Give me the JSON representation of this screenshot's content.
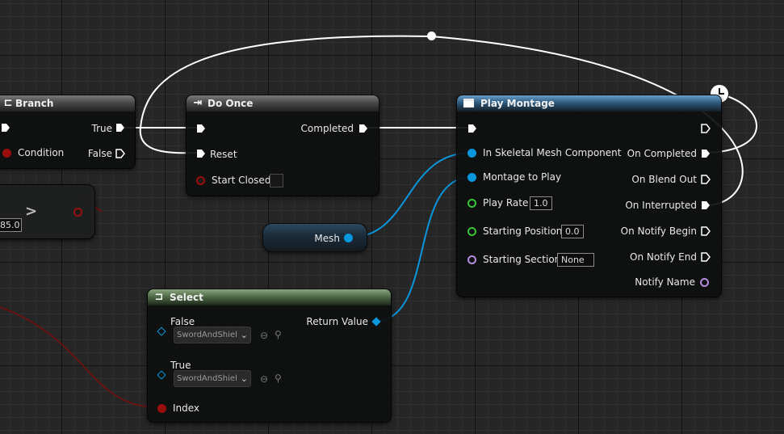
{
  "nodes": {
    "branch": {
      "title": "Branch",
      "icon": "branch-icon",
      "true_label": "True",
      "false_label": "False",
      "condition_label": "Condition"
    },
    "compare": {
      "value": "85.0",
      "operator": ">"
    },
    "do_once": {
      "title": "Do Once",
      "icon": "do-once-icon",
      "completed_label": "Completed",
      "reset_label": "Reset",
      "start_closed_label": "Start Closed"
    },
    "play_montage": {
      "title": "Play Montage",
      "icon": "function-icon",
      "inputs": {
        "skeletal_mesh": "In Skeletal Mesh Component",
        "montage": "Montage to Play",
        "play_rate": "Play Rate",
        "play_rate_value": "1.0",
        "starting_position": "Starting Position",
        "starting_position_value": "0.0",
        "starting_section": "Starting Section",
        "starting_section_value": "None"
      },
      "outputs": {
        "on_completed": "On Completed",
        "on_blend_out": "On Blend Out",
        "on_interrupted": "On Interrupted",
        "on_notify_begin": "On Notify Begin",
        "on_notify_end": "On Notify End",
        "notify_name": "Notify Name"
      }
    },
    "mesh": {
      "label": "Mesh"
    },
    "select": {
      "title": "Select",
      "icon": "select-icon",
      "false_label": "False",
      "false_value": "SwordAndShiel",
      "true_label": "True",
      "true_value": "SwordAndShiel",
      "index_label": "Index",
      "return_label": "Return Value"
    }
  },
  "colors": {
    "exec_wire": "#ffffff",
    "object_wire": "#0a96dc",
    "bool_wire": "#8c0a0a"
  }
}
